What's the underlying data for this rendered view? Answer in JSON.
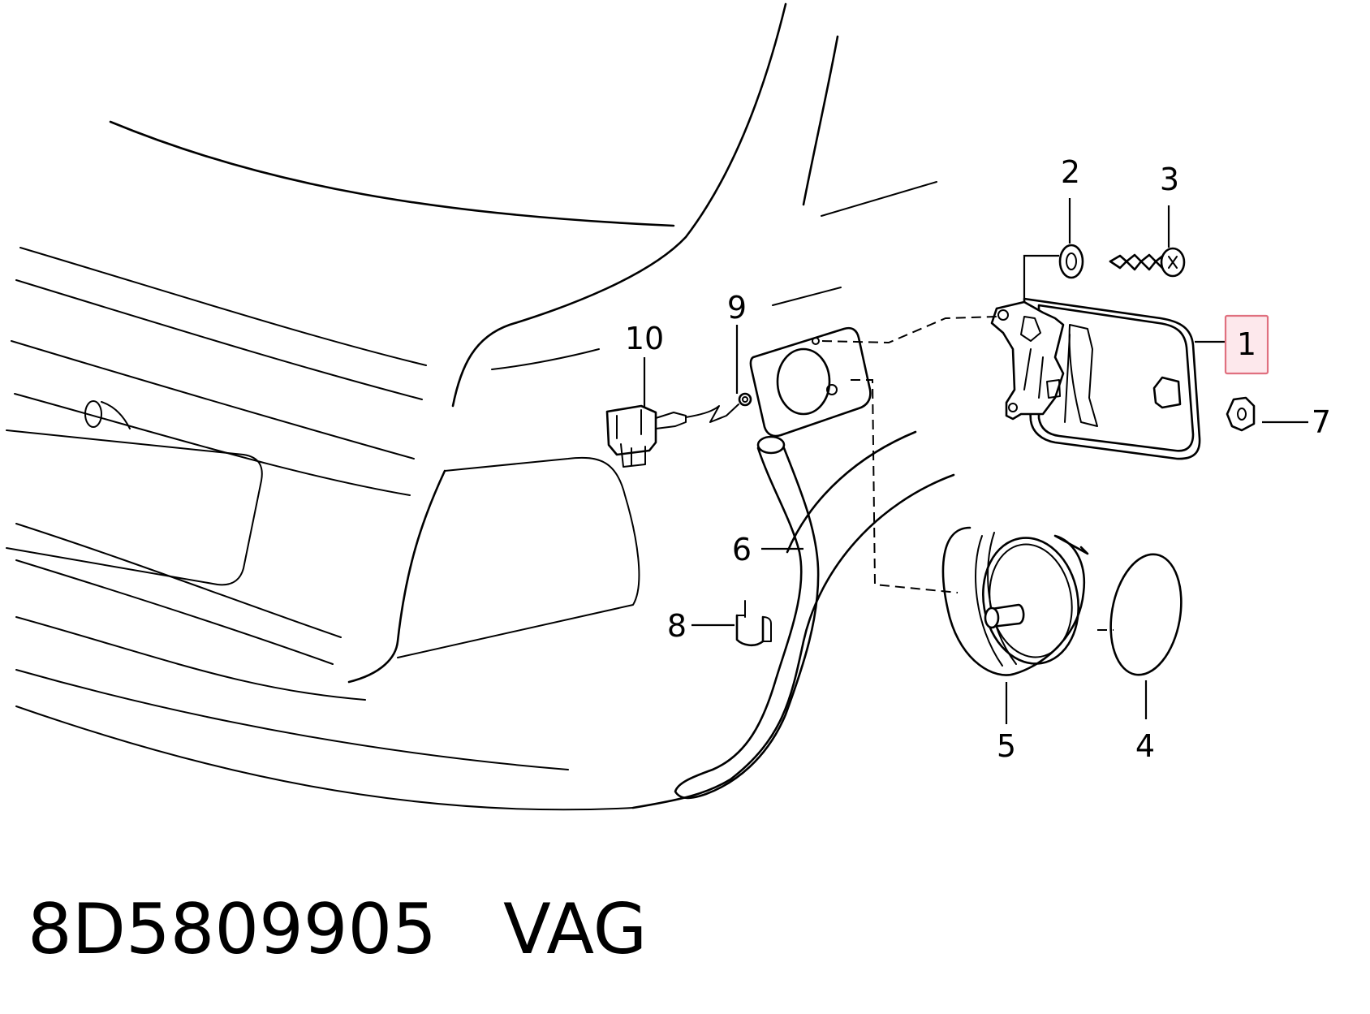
{
  "diagram": {
    "callouts": {
      "c1": "1",
      "c2": "2",
      "c3": "3",
      "c4": "4",
      "c5": "5",
      "c6": "6",
      "c7": "7",
      "c8": "8",
      "c9": "9",
      "c10": "10"
    },
    "highlighted_callout": "1",
    "highlight_color": "#e0707f"
  },
  "footer": {
    "part_number": "8D5809905",
    "brand": "VAG"
  }
}
